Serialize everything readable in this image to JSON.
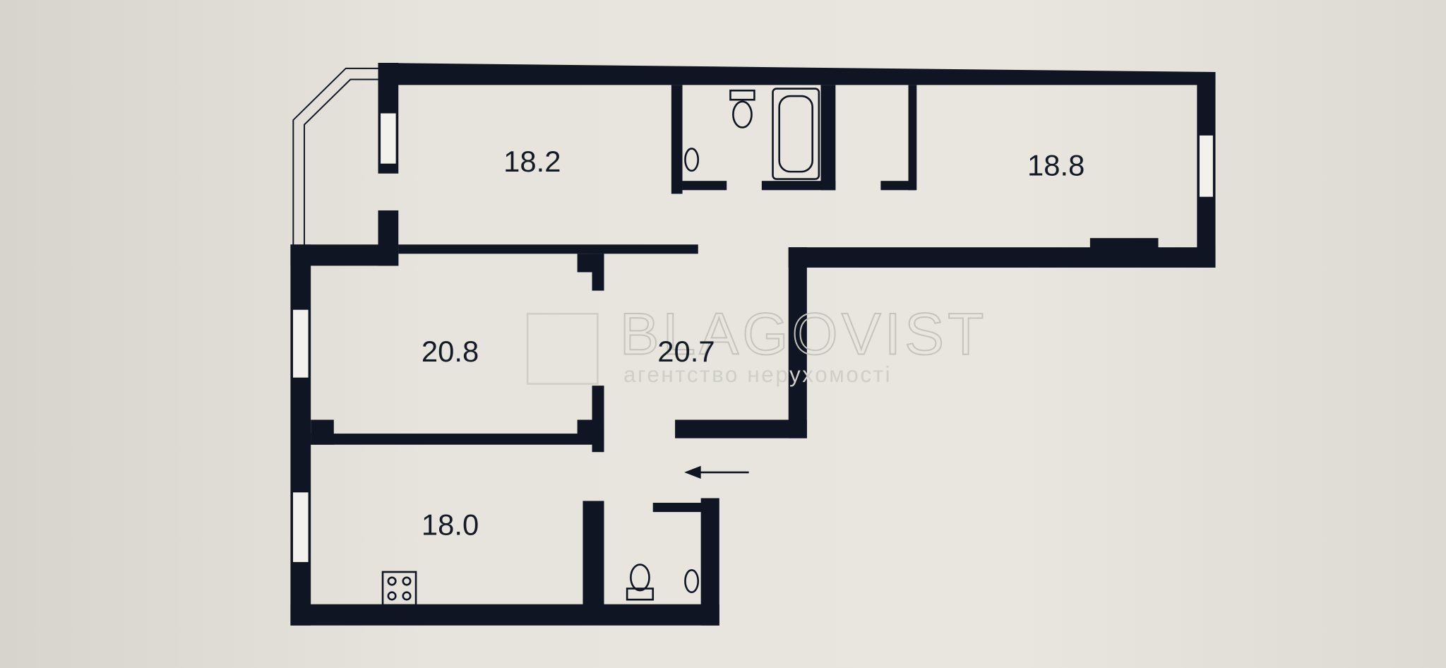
{
  "rooms": [
    {
      "id": "bedroom-top-left",
      "area": "18.2"
    },
    {
      "id": "bedroom-top-right",
      "area": "18.8"
    },
    {
      "id": "room-left",
      "area": "20.8"
    },
    {
      "id": "hall",
      "area": "20.7"
    },
    {
      "id": "kitchen",
      "area": "18.0"
    }
  ],
  "watermark": {
    "brand": "BLAGOVIST",
    "tagline": "агентство нерухомості"
  },
  "colors": {
    "wall": "#0f1522",
    "background": "#e6e4dc"
  }
}
